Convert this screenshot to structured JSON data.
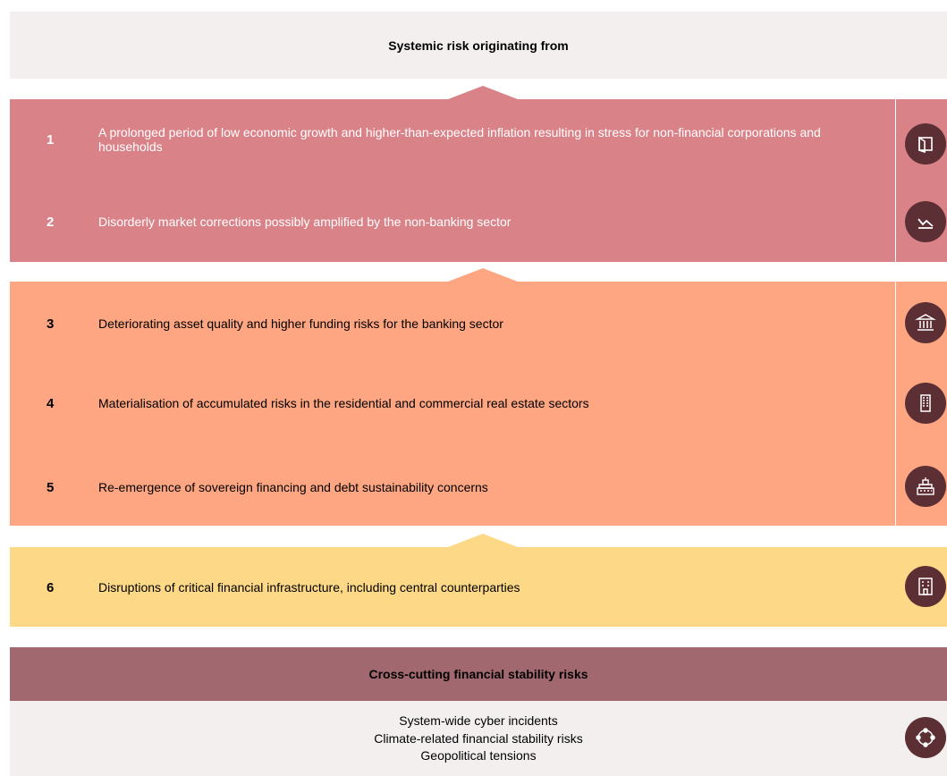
{
  "header": {
    "title": "Systemic risk originating from"
  },
  "risks": [
    {
      "num": "1",
      "text": "A prolonged period of low economic growth and higher-than-expected inflation resulting in stress for non-financial corporations and households",
      "icon": "wallet-icon"
    },
    {
      "num": "2",
      "text": "Disorderly market corrections possibly amplified by the non-banking sector",
      "icon": "chart-down-icon"
    },
    {
      "num": "3",
      "text": "Deteriorating asset quality and higher funding risks for the banking sector",
      "icon": "bank-icon"
    },
    {
      "num": "4",
      "text": "Materialisation of accumulated risks in the residential and commercial real estate sectors",
      "icon": "building-icon"
    },
    {
      "num": "5",
      "text": "Re-emergence of sovereign financing and debt sustainability concerns",
      "icon": "government-icon"
    },
    {
      "num": "6",
      "text": "Disruptions of critical financial infrastructure, including central counterparties",
      "icon": "office-icon"
    }
  ],
  "cross_cutting": {
    "title": "Cross-cutting financial stability risks",
    "items": [
      "System-wide cyber incidents",
      "Climate-related financial stability risks",
      "Geopolitical tensions"
    ],
    "icon": "network-icon"
  },
  "colors": {
    "header_bg": "#f3efef",
    "band_red": "#d98288",
    "band_orange": "#fea682",
    "band_yellow": "#fdd886",
    "cross_header": "#a1686f",
    "icon_bg": "#5b2f34"
  }
}
